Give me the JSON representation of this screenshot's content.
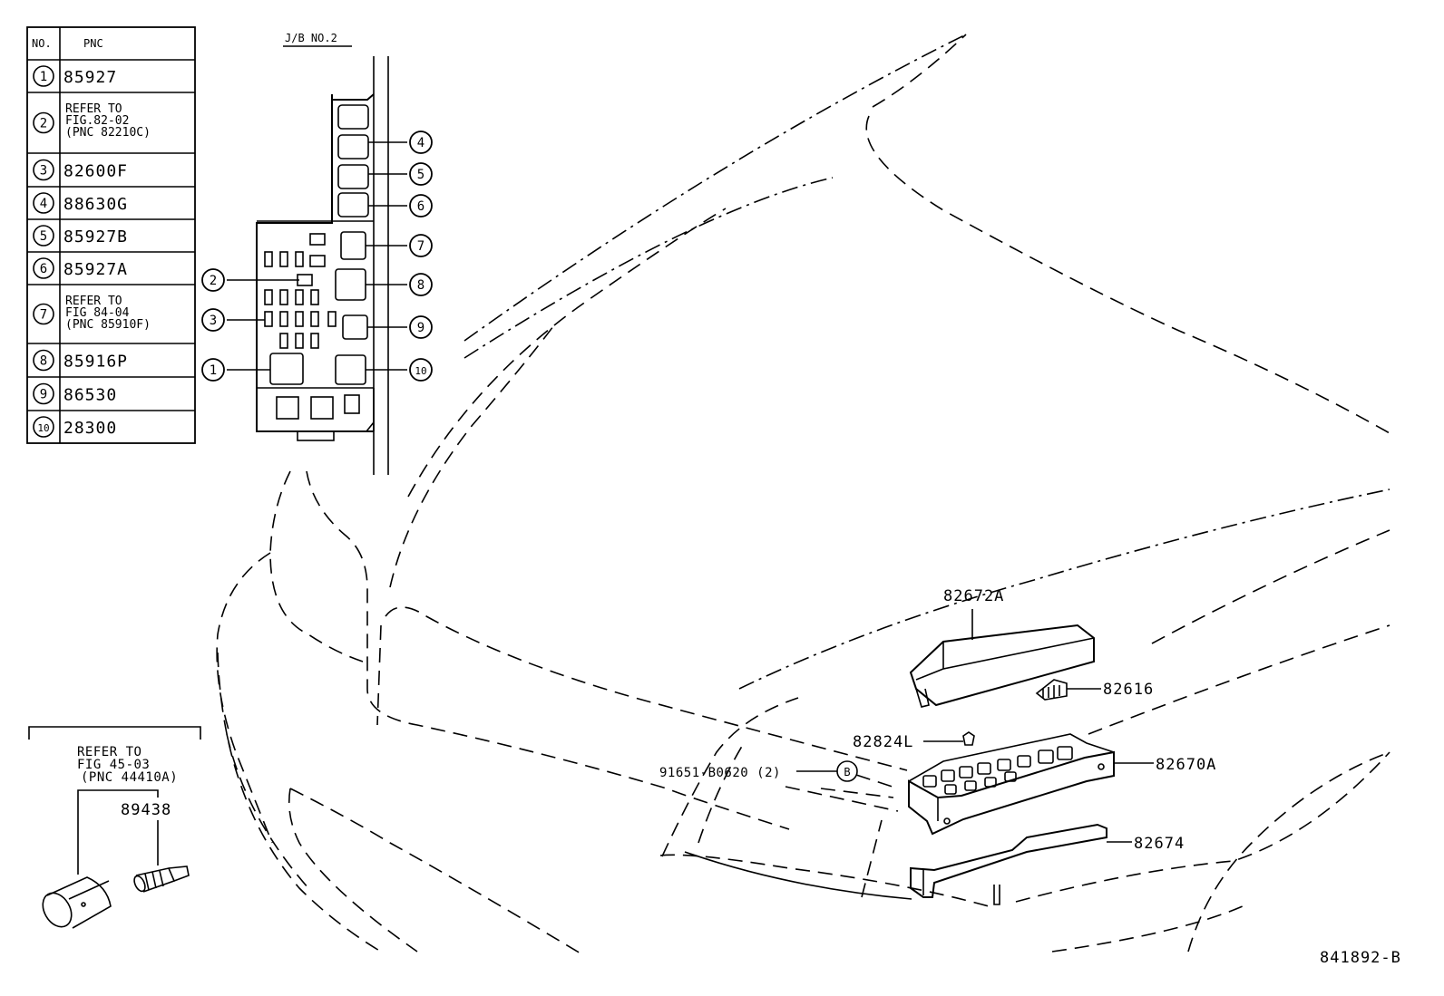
{
  "pnc_table": {
    "header_no": "NO.",
    "header_pnc": "PNC",
    "rows": [
      {
        "no": "1",
        "lines": [
          "85927"
        ]
      },
      {
        "no": "2",
        "lines": [
          "REFER TO",
          "FIG.82-02",
          " (PNC 82210C)"
        ]
      },
      {
        "no": "3",
        "lines": [
          "82600F"
        ]
      },
      {
        "no": "4",
        "lines": [
          "88630G"
        ]
      },
      {
        "no": "5",
        "lines": [
          "85927B"
        ]
      },
      {
        "no": "6",
        "lines": [
          "85927A"
        ]
      },
      {
        "no": "7",
        "lines": [
          "REFER TO",
          "FIG 84-04",
          " (PNC 85910F)"
        ]
      },
      {
        "no": "8",
        "lines": [
          "85916P"
        ]
      },
      {
        "no": "9",
        "lines": [
          "86530"
        ]
      },
      {
        "no": "10",
        "lines": [
          "28300"
        ]
      }
    ]
  },
  "junction_block": {
    "title": "J/B NO.2",
    "callouts": [
      "1",
      "2",
      "3",
      "4",
      "5",
      "6",
      "7",
      "8",
      "9",
      "10"
    ]
  },
  "inset": {
    "refer_lines": [
      "REFER TO",
      "FIG 45-03",
      "(PNC 44410A)"
    ],
    "part": "89438"
  },
  "parts": {
    "cover": "82672A",
    "clip": "82616",
    "fuse": "82824L",
    "block": "82670A",
    "bracket": "82674",
    "bolt": "91651-B0620 (2)",
    "bolt_marker": "B"
  },
  "figure_id": "841892-B"
}
